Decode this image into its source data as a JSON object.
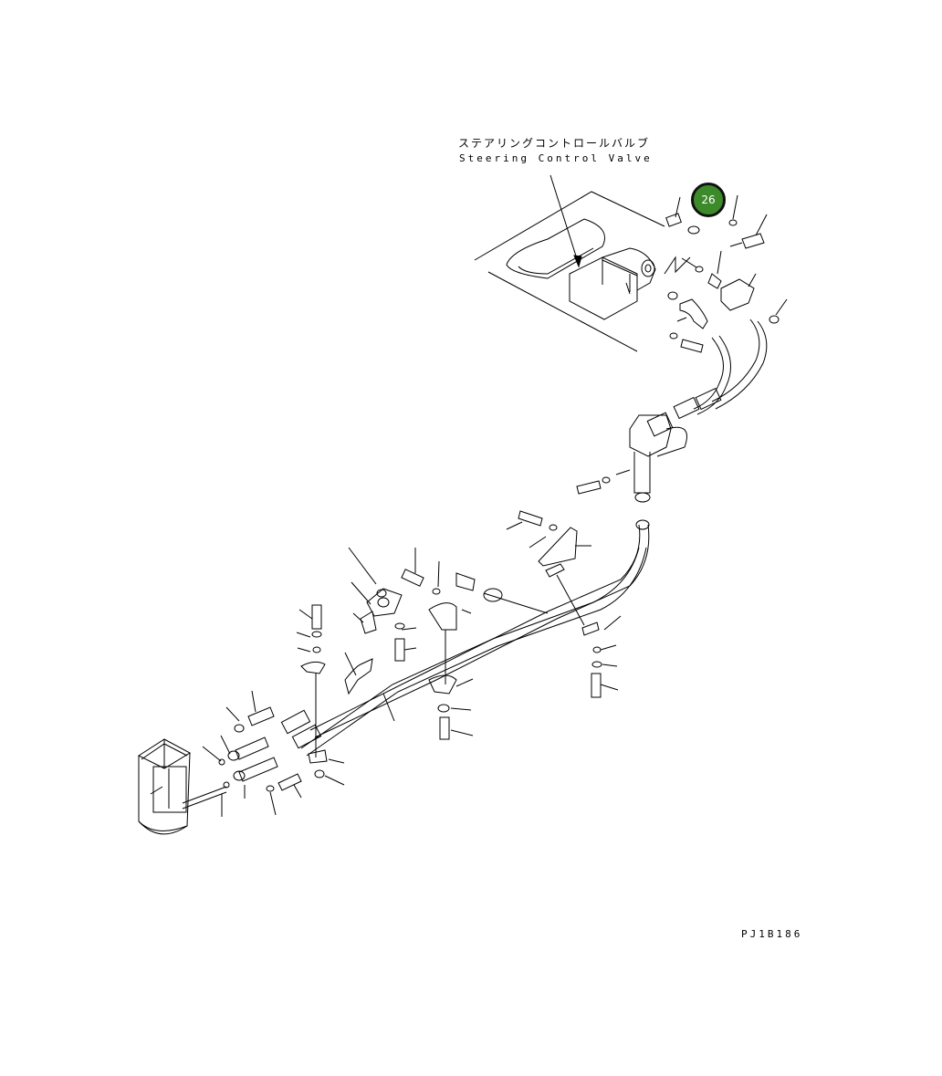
{
  "diagram": {
    "component_label_jp": "ステアリングコントロールバルブ",
    "component_label_en": "Steering Control Valve",
    "callout_number": "26",
    "drawing_code": "PJ1B186"
  },
  "colors": {
    "line": "#000000",
    "callout_fill": "#3c8a2a",
    "callout_text": "#ffffff",
    "background": "#ffffff"
  }
}
